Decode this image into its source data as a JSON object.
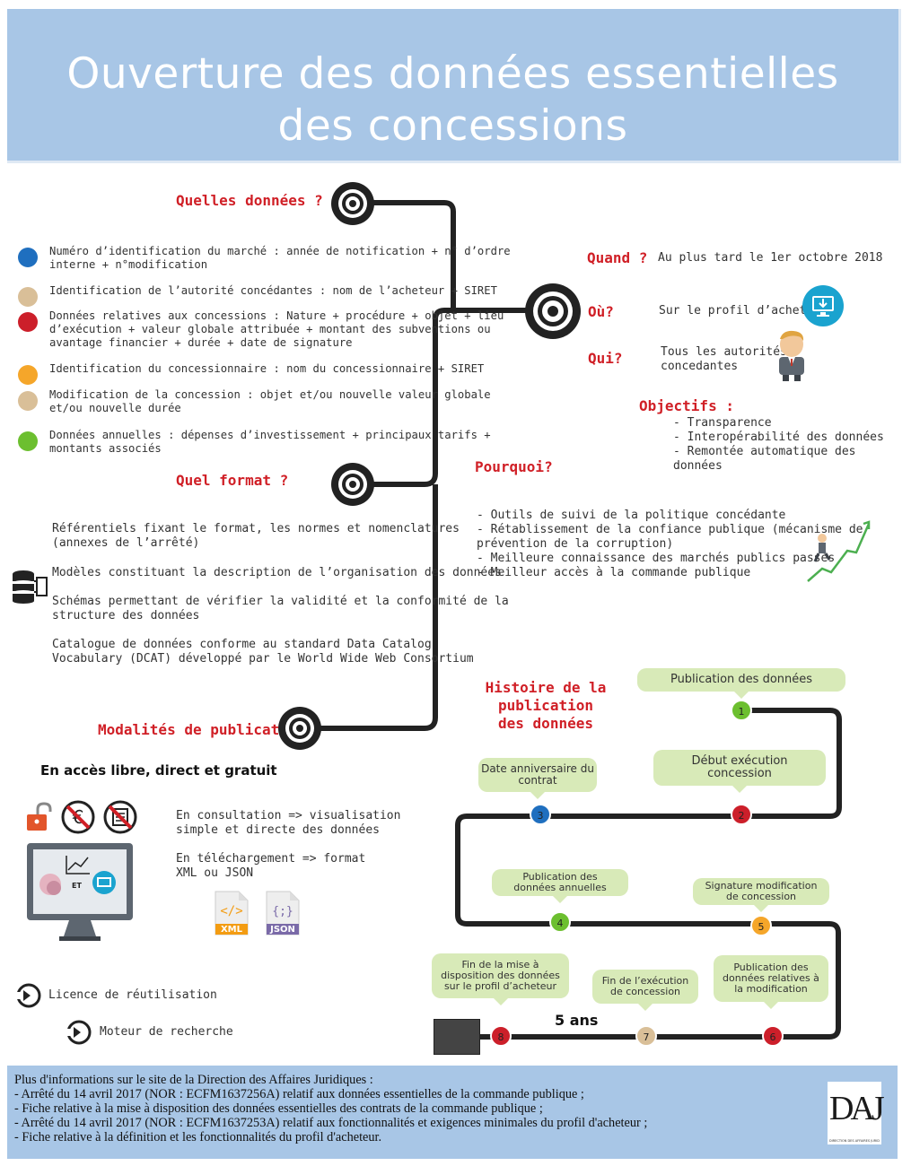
{
  "title": {
    "line1": "Ouverture des données essentielles",
    "line2": "des concessions"
  },
  "quelles_donnees": {
    "heading": "Quelles données ?",
    "items": [
      {
        "color": "#1f6fbf",
        "line1": "Numéro d’identification du marché : année de notification + n° d’ordre",
        "line2": "interne + n°modification",
        "line3": ""
      },
      {
        "color": "#d9bf98",
        "line1": "Identification de l’autorité concédantes : nom de l’acheteur + SIRET",
        "line2": "",
        "line3": ""
      },
      {
        "color": "#cc1f2a",
        "line1": "Données relatives aux concessions : Nature + procédure + objet + lieu",
        "line2": "d’exécution + valeur globale attribuée + montant des subventions ou",
        "line3": "avantage financier + durée + date de signature"
      },
      {
        "color": "#f5a62a",
        "line1": "Identification du concessionnaire : nom du concessionnaire + SIRET",
        "line2": "",
        "line3": ""
      },
      {
        "color": "#d9bf98",
        "line1": "Modification de la concession : objet et/ou nouvelle valeur globale",
        "line2": "et/ou nouvelle durée",
        "line3": ""
      },
      {
        "color": "#6cbf2f",
        "line1": "Données annuelles : dépenses d’investissement + principaux tarifs +",
        "line2": "montants associés",
        "line3": ""
      }
    ]
  },
  "quand": {
    "label": "Quand ?",
    "value": "Au plus tard le 1er octobre 2018"
  },
  "ou": {
    "label": "Où?",
    "value": "Sur le profil d’acheteur"
  },
  "qui": {
    "label": "Qui?",
    "line1": "Tous les autorités",
    "line2": "concedantes"
  },
  "objectifs": {
    "heading": "Objectifs :",
    "items": [
      "- Transparence",
      "- Interopérabilité des données",
      "- Remontée automatique des données"
    ]
  },
  "pourquoi": {
    "heading": "Pourquoi?",
    "lines": [
      "- Outils de suivi de la politique concédante",
      "- Rétablissement de la confiance publique (mécanisme de",
      "prévention de la corruption)",
      "- Meilleure connaissance des marchés publics passés",
      "- Meilleur accès à la commande publique"
    ]
  },
  "quel_format": {
    "heading": "Quel format ?",
    "items": [
      {
        "line1": "Référentiels fixant le format, les normes et nomenclatures",
        "line2": "(annexes de l’arrêté)"
      },
      {
        "line1": "Modèles constituant la description de l’organisation des données",
        "line2": ""
      },
      {
        "line1": "Schémas permettant de vérifier la validité et la conformité de la",
        "line2": "structure des données"
      },
      {
        "line1": "Catalogue de données conforme au standard Data Catalog",
        "line2": "Vocabulary (DCAT) développé par le World Wide Web Consortium"
      }
    ]
  },
  "modalites": {
    "heading": "Modalités de publication",
    "subheading": "En accès libre, direct et gratuit",
    "consultation": {
      "line1": "En consultation => visualisation",
      "line2": "simple et directe des données"
    },
    "telechargement": {
      "line1": "En téléchargement => format",
      "line2": "XML ou JSON"
    },
    "screen_label": "ET",
    "xml_label": "XML",
    "json_label": "JSON",
    "licence": "Licence de réutilisation",
    "moteur": "Moteur de recherche"
  },
  "histoire": {
    "heading_line1": "Histoire de la publication",
    "heading_line2": "des données",
    "duration_label": "5 ans",
    "steps": [
      {
        "num": "1",
        "color": "#6cbf2f",
        "line1": "Publication des données",
        "line2": "",
        "line3": ""
      },
      {
        "num": "2",
        "color": "#cc1f2a",
        "line1": "Début exécution",
        "line2": "concession",
        "line3": ""
      },
      {
        "num": "3",
        "color": "#1f6fbf",
        "line1": "Date anniversaire du",
        "line2": "contrat",
        "line3": ""
      },
      {
        "num": "4",
        "color": "#6cbf2f",
        "line1": "Publication des",
        "line2": "données annuelles",
        "line3": ""
      },
      {
        "num": "5",
        "color": "#f5a62a",
        "line1": "Signature modification",
        "line2": "de concession",
        "line3": ""
      },
      {
        "num": "6",
        "color": "#cc1f2a",
        "line1": "Publication des",
        "line2": "données relatives à",
        "line3": "la modification"
      },
      {
        "num": "7",
        "color": "#d9bf98",
        "line1": "Fin de l’exécution",
        "line2": "de concession",
        "line3": ""
      },
      {
        "num": "8",
        "color": "#cc1f2a",
        "line1": "Fin de la mise à",
        "line2": "disposition des données",
        "line3": "sur le profil d’acheteur"
      }
    ]
  },
  "footer": {
    "lines": [
      "Plus d'informations sur le site de la Direction des Affaires Juridiques :",
      "- Arrêté du 14 avril 2017 (NOR : ECFM1637256A) relatif aux données essentielles de la commande publique ;",
      "- Fiche relative à la mise à disposition des données essentielles des contrats de la commande publique ;",
      "- Arrêté du 14 avril 2017 (NOR : ECFM1637253A) relatif aux fonctionnalités et exigences minimales du profil d'acheteur ;",
      "- Fiche relative à la définition et les fonctionnalités du profil d'acheteur."
    ],
    "logo_text": "DAJ",
    "logo_caption": "DIRECTION DES AFFAIRES JURIDIQUES"
  }
}
